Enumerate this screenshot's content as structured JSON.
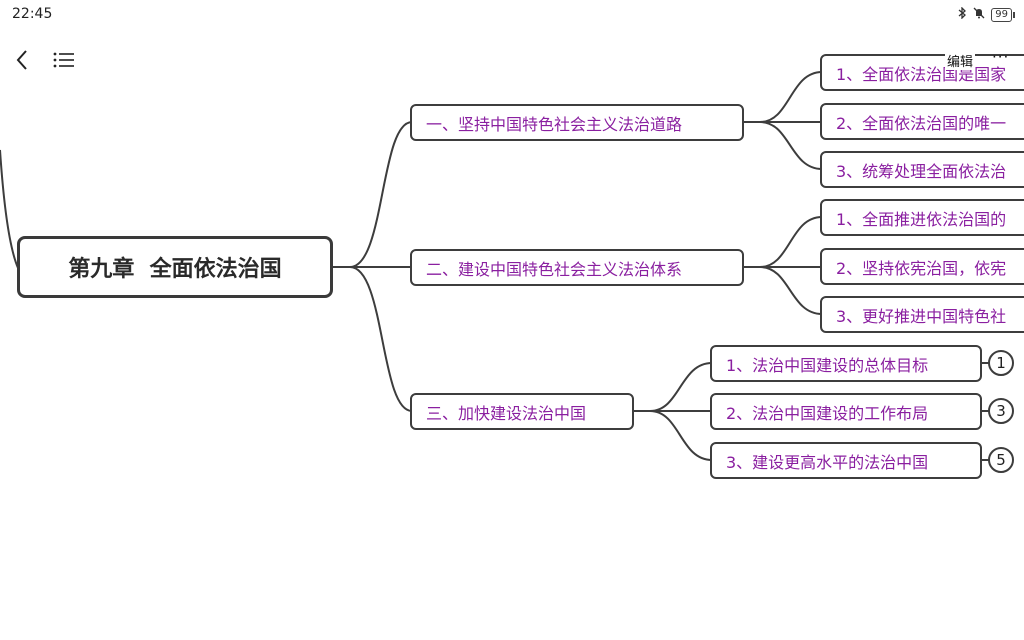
{
  "status_bar": {
    "time": "22:45",
    "battery": "99"
  },
  "toolbar": {
    "edit_label": "编辑",
    "more_label": "···"
  },
  "mindmap": {
    "root": "第九章  全面依法治国",
    "branch1": {
      "label": "一、坚持中国特色社会主义法治道路",
      "children": [
        "1、全面依法治国是国家",
        "2、全面依法治国的唯一",
        "3、统筹处理全面依法治"
      ]
    },
    "branch2": {
      "label": "二、建设中国特色社会主义法治体系",
      "children": [
        "1、全面推进依法治国的",
        "2、坚持依宪治国，依宪",
        "3、更好推进中国特色社"
      ]
    },
    "branch3": {
      "label": "三、加快建设法治中国",
      "children": [
        {
          "label": "1、法治中国建设的总体目标",
          "badge": "1"
        },
        {
          "label": "2、法治中国建设的工作布局",
          "badge": "3"
        },
        {
          "label": "3、建设更高水平的法治中国",
          "badge": "5"
        }
      ]
    }
  }
}
